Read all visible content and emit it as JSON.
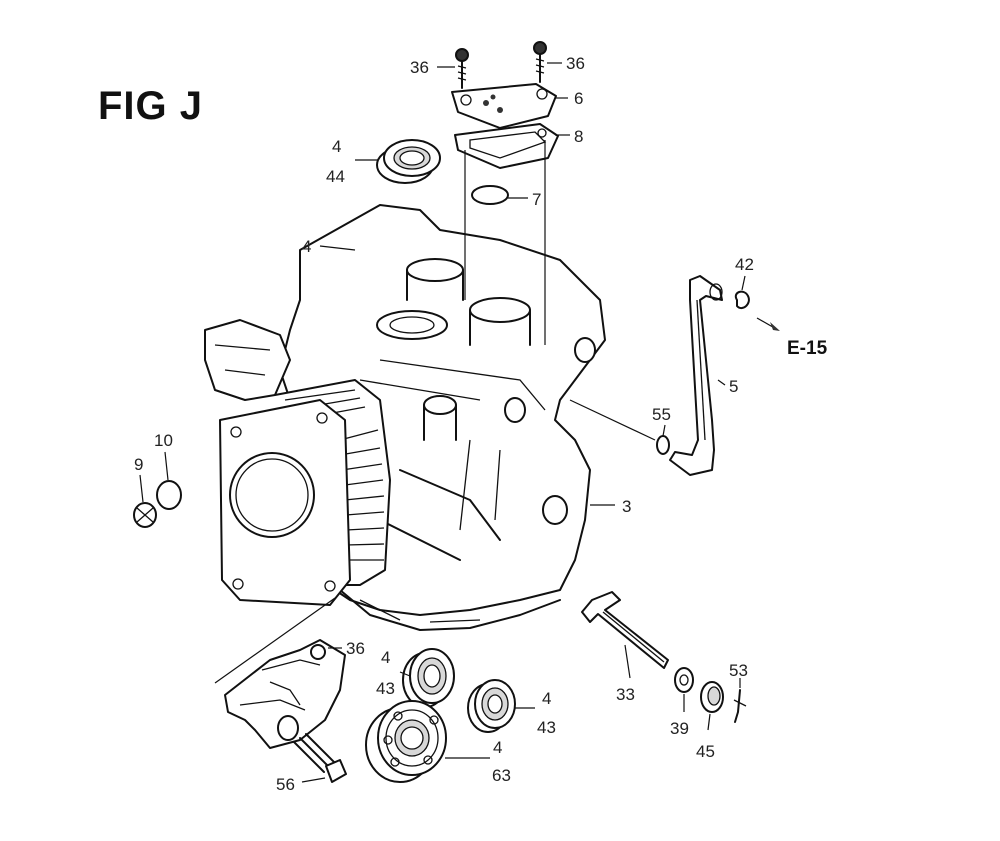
{
  "figure": {
    "title": "FIG J"
  },
  "reference": {
    "label": "E-15"
  },
  "callouts": {
    "c36a": "36",
    "c36b": "36",
    "c6": "6",
    "c8": "8",
    "c7": "7",
    "c4a": "4",
    "c44": "44",
    "c4b": "4",
    "c42": "42",
    "c5": "5",
    "c55": "55",
    "c3": "3",
    "c10": "10",
    "c9": "9",
    "c36c": "36",
    "c4c": "4",
    "c43a": "43",
    "c4d": "4",
    "c43b": "43",
    "c4e": "4",
    "c63": "63",
    "c56": "56",
    "c33": "33",
    "c39": "39",
    "c45": "45",
    "c53": "53"
  }
}
